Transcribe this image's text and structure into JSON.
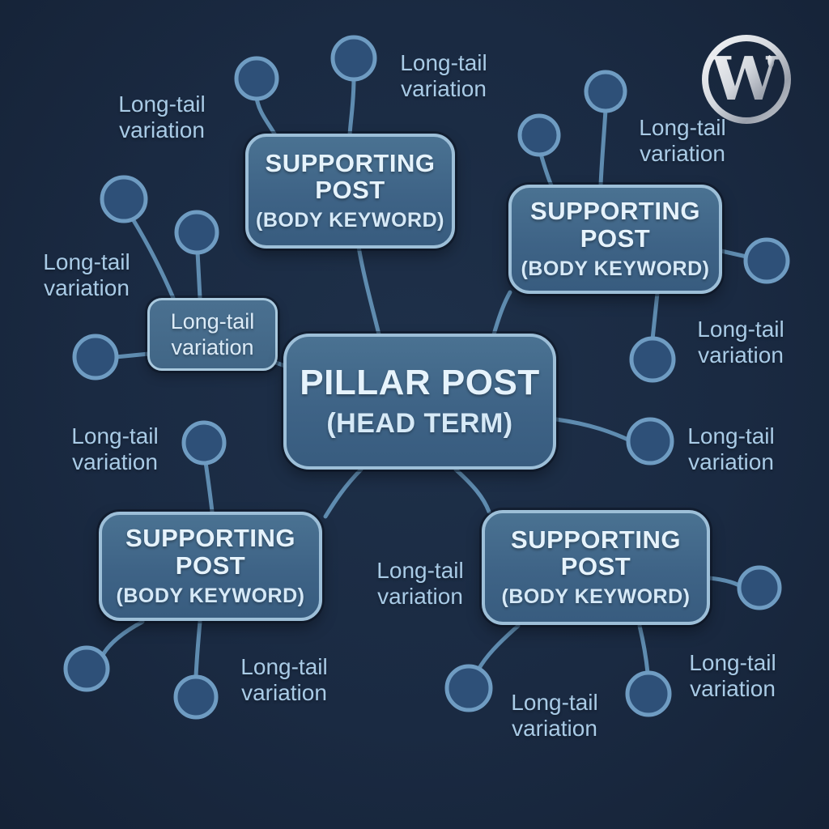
{
  "diagram": {
    "title_implicit": "Topic cluster / pillar post structure",
    "pillar_node": {
      "title": "PILLAR POST",
      "subtitle": "(HEAD TERM)"
    },
    "supporting_node": {
      "title": "SUPPORTING POST",
      "subtitle": "(BODY KEYWORD)"
    },
    "supporting_count": 4,
    "long_tail_box_label": "Long-tail variation",
    "long_tail_label": "Long-tail variation",
    "long_tail_label_count": 11,
    "long_tail_circle_count": 16
  },
  "branding": {
    "logo_name": "wordpress-logo",
    "monogram": "W"
  },
  "colors": {
    "background": "#1a2a42",
    "node_fill": "#3e6386",
    "node_border": "#9dbfd8",
    "circle_fill": "#2e5078",
    "circle_border": "#6f9cc2",
    "connector": "#5f8cb0",
    "label_text": "#a9cbe6",
    "node_text": "#e6f3fc",
    "logo_silver": "#c9cdd4"
  }
}
